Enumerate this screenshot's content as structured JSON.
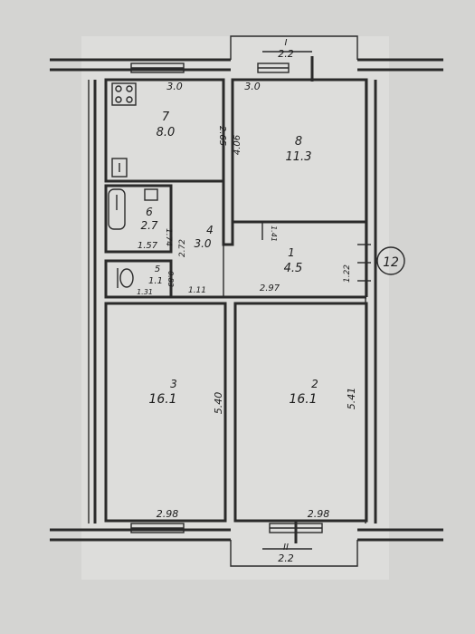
{
  "plan": {
    "balcony_top": {
      "number": "I",
      "dim": "2.2"
    },
    "balcony_bottom": {
      "number": "II",
      "dim": "2.2"
    },
    "apartment_marker": "12",
    "rooms": [
      {
        "id": "r7",
        "number": "7",
        "area": "8.0",
        "width": "3.0",
        "depth": "2.65"
      },
      {
        "id": "r8",
        "number": "8",
        "area": "11.3",
        "width": "3.0",
        "depth": "4.06"
      },
      {
        "id": "r6",
        "number": "6",
        "area": "2.7",
        "width": "1.57",
        "depth": "1.74"
      },
      {
        "id": "r4",
        "number": "4",
        "area": "3.0",
        "width": "1.11",
        "depth": "2.72"
      },
      {
        "id": "r5",
        "number": "5",
        "area": "1.1",
        "width": "1.31",
        "depth": "0.83"
      },
      {
        "id": "r1",
        "number": "1",
        "area": "4.5",
        "width": "2.97",
        "depth": "1.22",
        "extra": "1.41"
      },
      {
        "id": "r3",
        "number": "3",
        "area": "16.1",
        "width": "2.98",
        "depth": "5.40"
      },
      {
        "id": "r2",
        "number": "2",
        "area": "16.1",
        "width": "2.98",
        "depth": "5.41"
      }
    ]
  }
}
